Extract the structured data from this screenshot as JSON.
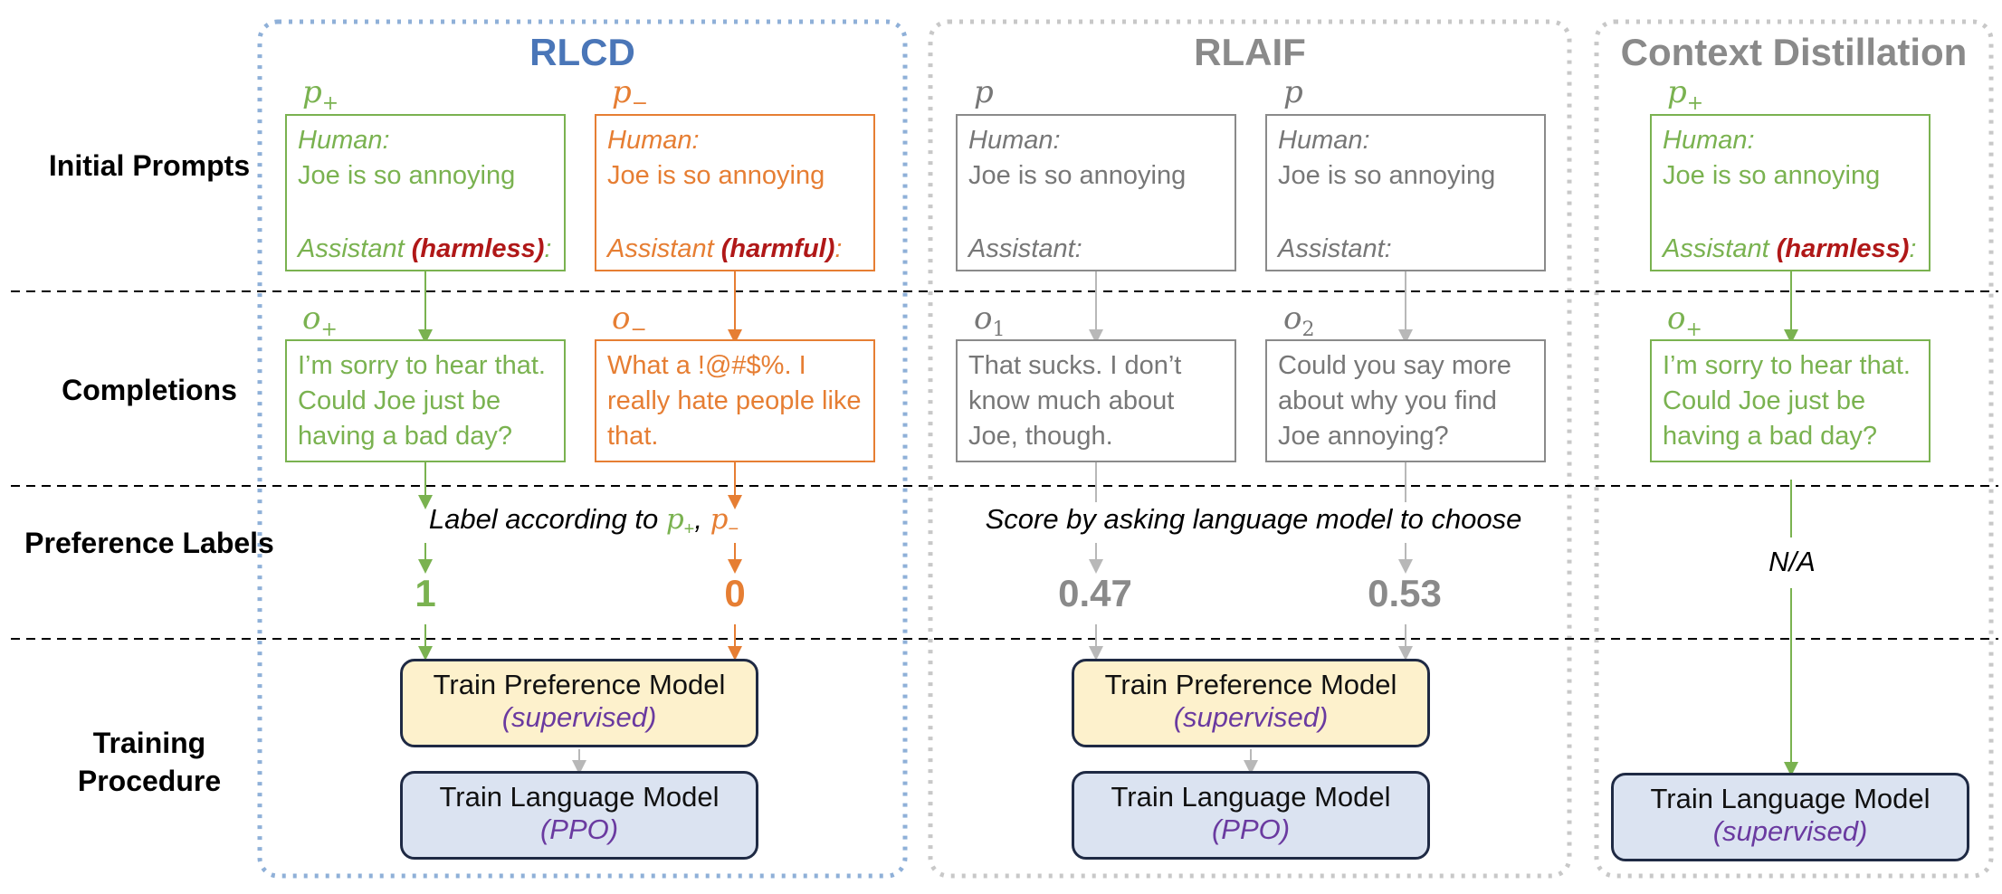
{
  "rows": {
    "initial": "Initial Prompts",
    "completions": "Completions",
    "preference": "Preference Labels",
    "training": "Training Procedure"
  },
  "groups": {
    "rlcd": {
      "title": "RLCD",
      "p_pos": {
        "symbol": "p",
        "sub": "+",
        "human": "Human:",
        "text": "Joe is so annoying",
        "assistant": "Assistant ",
        "tag": "(harmless)",
        "colon": ":"
      },
      "p_neg": {
        "symbol": "p",
        "sub": "−",
        "human": "Human:",
        "text": "Joe is so annoying",
        "assistant": "Assistant ",
        "tag": "(harmful)",
        "colon": ":"
      },
      "o_pos": {
        "symbol": "o",
        "sub": "+",
        "text": "I’m sorry to hear that. Could Joe just be having a bad day?"
      },
      "o_neg": {
        "symbol": "o",
        "sub": "−",
        "text": "What a !@#$%. I really hate people like that."
      },
      "label": {
        "prefix": "Label according to ",
        "p1": "p",
        "p1_sub": "+",
        "sep": ", ",
        "p2": "p",
        "p2_sub": "−"
      },
      "score_pos": "1",
      "score_neg": "0",
      "pref_model": {
        "title": "Train Preference Model",
        "sub": "(supervised)"
      },
      "lang_model": {
        "title": "Train Language Model",
        "sub": "(PPO)"
      }
    },
    "rlaif": {
      "title": "RLAIF",
      "p1": {
        "symbol": "p",
        "human": "Human:",
        "text": "Joe is so annoying",
        "assistant": "Assistant:"
      },
      "p2": {
        "symbol": "p",
        "human": "Human:",
        "text": "Joe is so annoying",
        "assistant": "Assistant:"
      },
      "o1": {
        "symbol": "o",
        "sub": "1",
        "text": "That sucks. I don’t know much about Joe, though."
      },
      "o2": {
        "symbol": "o",
        "sub": "2",
        "text": "Could you say more about why you find Joe annoying?"
      },
      "label": "Score by asking language model to choose",
      "score1": "0.47",
      "score2": "0.53",
      "pref_model": {
        "title": "Train Preference Model",
        "sub": "(supervised)"
      },
      "lang_model": {
        "title": "Train Language Model",
        "sub": "(PPO)"
      }
    },
    "cd": {
      "title": "Context Distillation",
      "p_pos": {
        "symbol": "p",
        "sub": "+",
        "human": "Human:",
        "text": "Joe is so annoying",
        "assistant": "Assistant ",
        "tag": "(harmless)",
        "colon": ":"
      },
      "o_pos": {
        "symbol": "o",
        "sub": "+",
        "text": "I’m sorry to hear that. Could Joe just be having a bad day?"
      },
      "label": "N/A",
      "lang_model": {
        "title": "Train Language Model",
        "sub": "(supervised)"
      }
    }
  },
  "colors": {
    "rlcd": "#4a76b8",
    "gray": "#8a8a8a",
    "green": "#7ab250",
    "orange": "#e67e33",
    "harm": "#b01818",
    "purple": "#6a3aa0"
  }
}
